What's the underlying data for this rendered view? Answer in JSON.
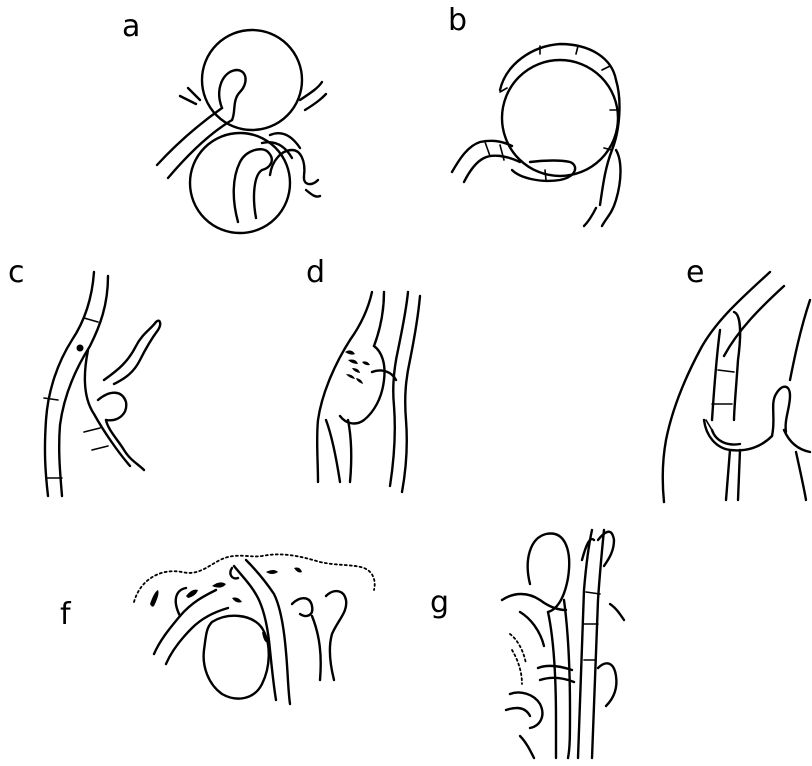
{
  "panels": [
    {
      "id": "a",
      "label": "a"
    },
    {
      "id": "b",
      "label": "b"
    },
    {
      "id": "c",
      "label": "c"
    },
    {
      "id": "d",
      "label": "d"
    },
    {
      "id": "e",
      "label": "e"
    },
    {
      "id": "f",
      "label": "f"
    },
    {
      "id": "g",
      "label": "g"
    }
  ],
  "colors": {
    "ink": "#000000",
    "background": "#ffffff"
  }
}
